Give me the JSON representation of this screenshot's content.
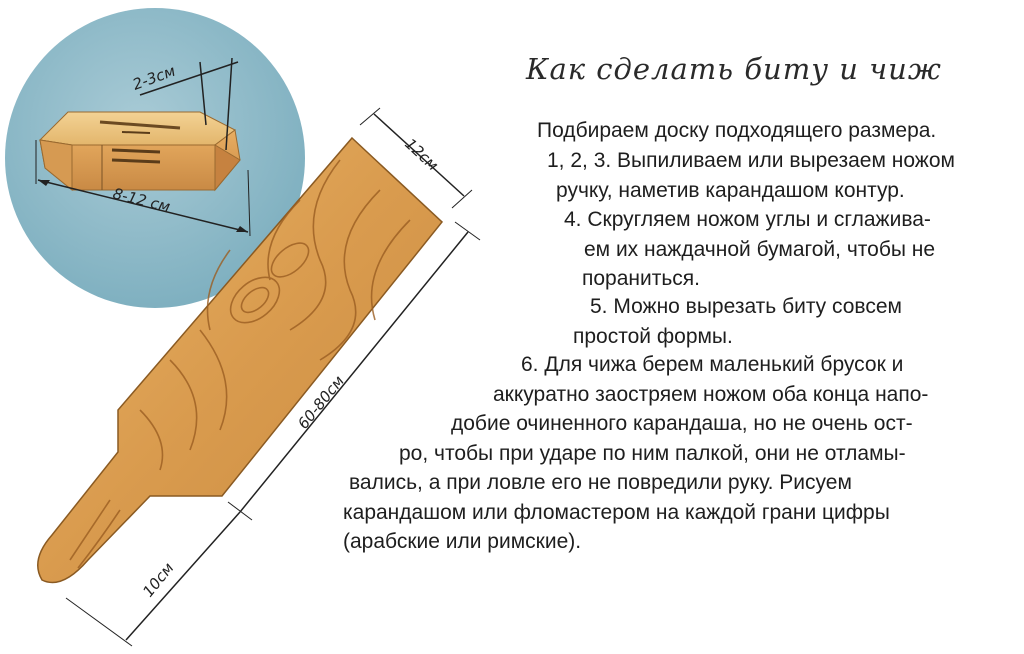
{
  "title": "Как сделать биту и чиж",
  "dimensions": {
    "chizh_thickness": "2-3см",
    "chizh_length": "8-12 см",
    "bat_width": "12см",
    "bat_length": "60-80см",
    "handle_length": "10см"
  },
  "steps": [
    {
      "lines": [
        "Подбираем доску подходящего размера."
      ]
    },
    {
      "lines": [
        "1, 2, 3. Выпиливаем или вырезаем ножом",
        "ручку, наметив карандашом контур."
      ]
    },
    {
      "lines": [
        "4. Скругляем ножом  углы и сглажива-",
        "ем их наждачной бумагой, чтобы не",
        "пораниться."
      ]
    },
    {
      "lines": [
        "5. Можно вырезать биту совсем",
        "простой формы."
      ]
    },
    {
      "lines": [
        "6. Для чижа берем маленький брусок и",
        "аккуратно заостряем ножом  оба конца напо-",
        "добие очиненного карандаша, но не очень ост-",
        "ро, чтобы при ударе по ним палкой, они не отламы-",
        "вались, а при ловле его не повредили руку. Рисуем",
        "карандашом или фломастером на каждой грани  цифры",
        "(арабские или римские)."
      ]
    }
  ]
}
